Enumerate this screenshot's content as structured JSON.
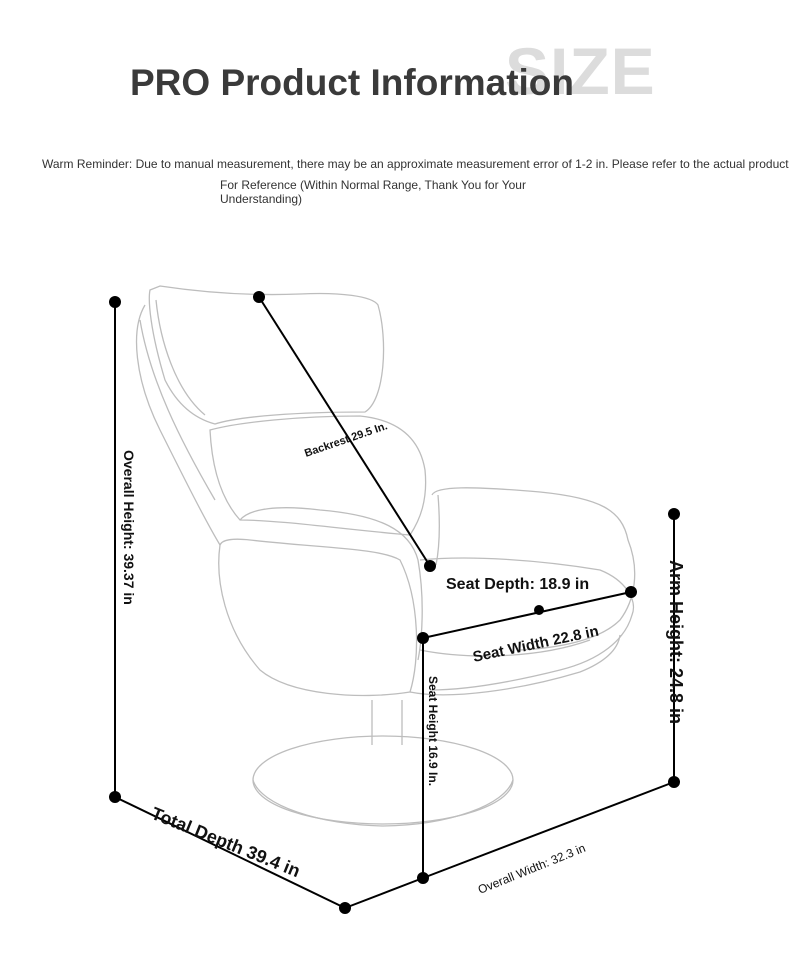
{
  "header": {
    "background_word": "SIZE",
    "title": "PRO Product Information",
    "reminder_line1": "Warm Reminder: Due to manual measurement, there may be an approximate measurement error of 1-2 in. Please refer to the actual product",
    "reminder_line2": "For Reference (Within Normal Range, Thank You for Your Understanding)"
  },
  "dimensions": {
    "backrest": "Backrest 29.5 In.",
    "overall_height": "Overall Height: 39.37 in",
    "seat_depth": "Seat Depth: 18.9 in",
    "seat_width": "Seat Width 22.8 in",
    "arm_height": "Arm Height: 24.8 in",
    "seat_height": "Seat Height 16.9 In.",
    "total_depth": "Total Depth 39.4 in",
    "overall_width": "Overall Width: 32.3 in"
  },
  "colors": {
    "line": "#000000",
    "sketch": "#bdbdbd",
    "background_word": "#dcdcdc"
  }
}
